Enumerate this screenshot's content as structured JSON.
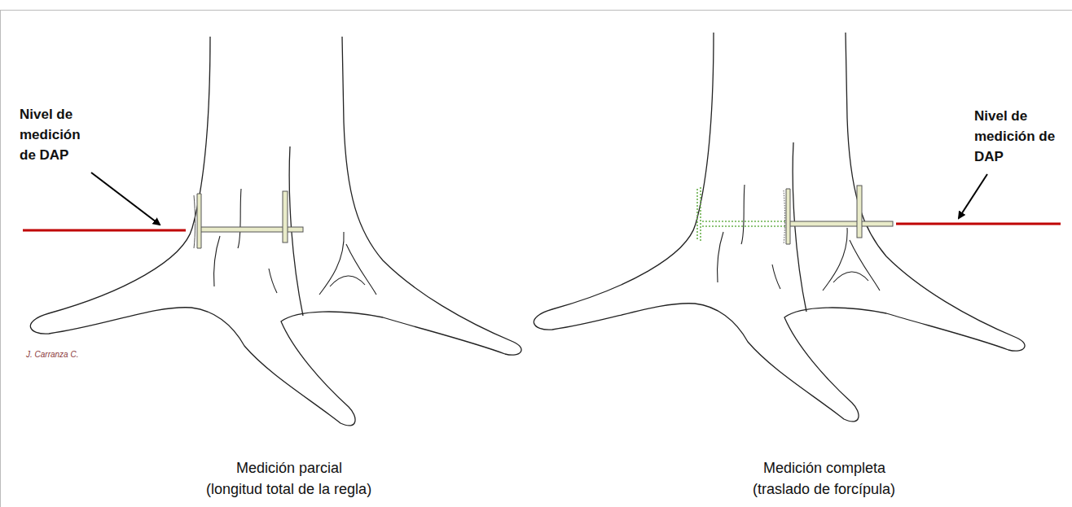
{
  "diagram": {
    "labels": [
      "Nivel de medición de DAP",
      "Nivel de medición de DAP",
      "J. Carranza C.",
      "Medición parcial",
      "(longitud total de la regla)",
      "Medición completa",
      "(traslado de forcípula)"
    ]
  }
}
